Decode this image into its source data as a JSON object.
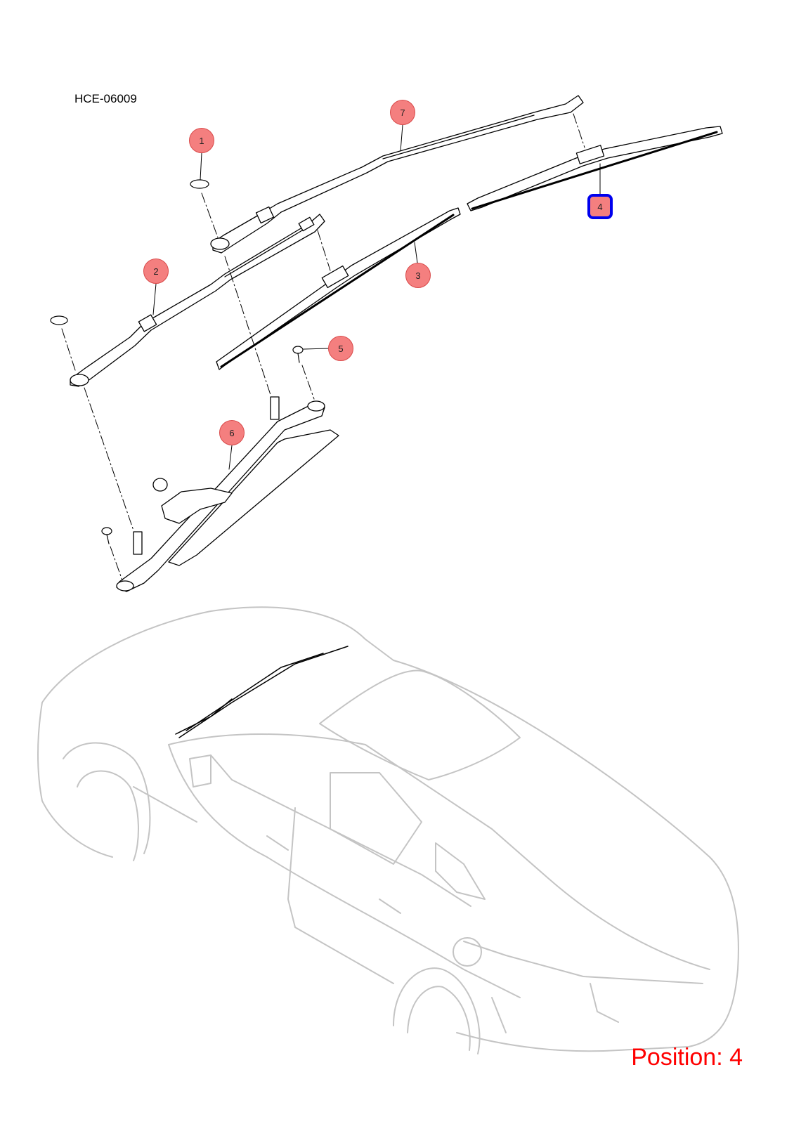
{
  "diagram_code": "HCE-06009",
  "position_label": "Position: 4",
  "highlight_color": "#0000ee",
  "callout_color": "#f47f7f",
  "callouts": [
    {
      "number": "1"
    },
    {
      "number": "2"
    },
    {
      "number": "3"
    },
    {
      "number": "4",
      "selected": true
    },
    {
      "number": "5"
    },
    {
      "number": "6"
    },
    {
      "number": "7"
    }
  ]
}
